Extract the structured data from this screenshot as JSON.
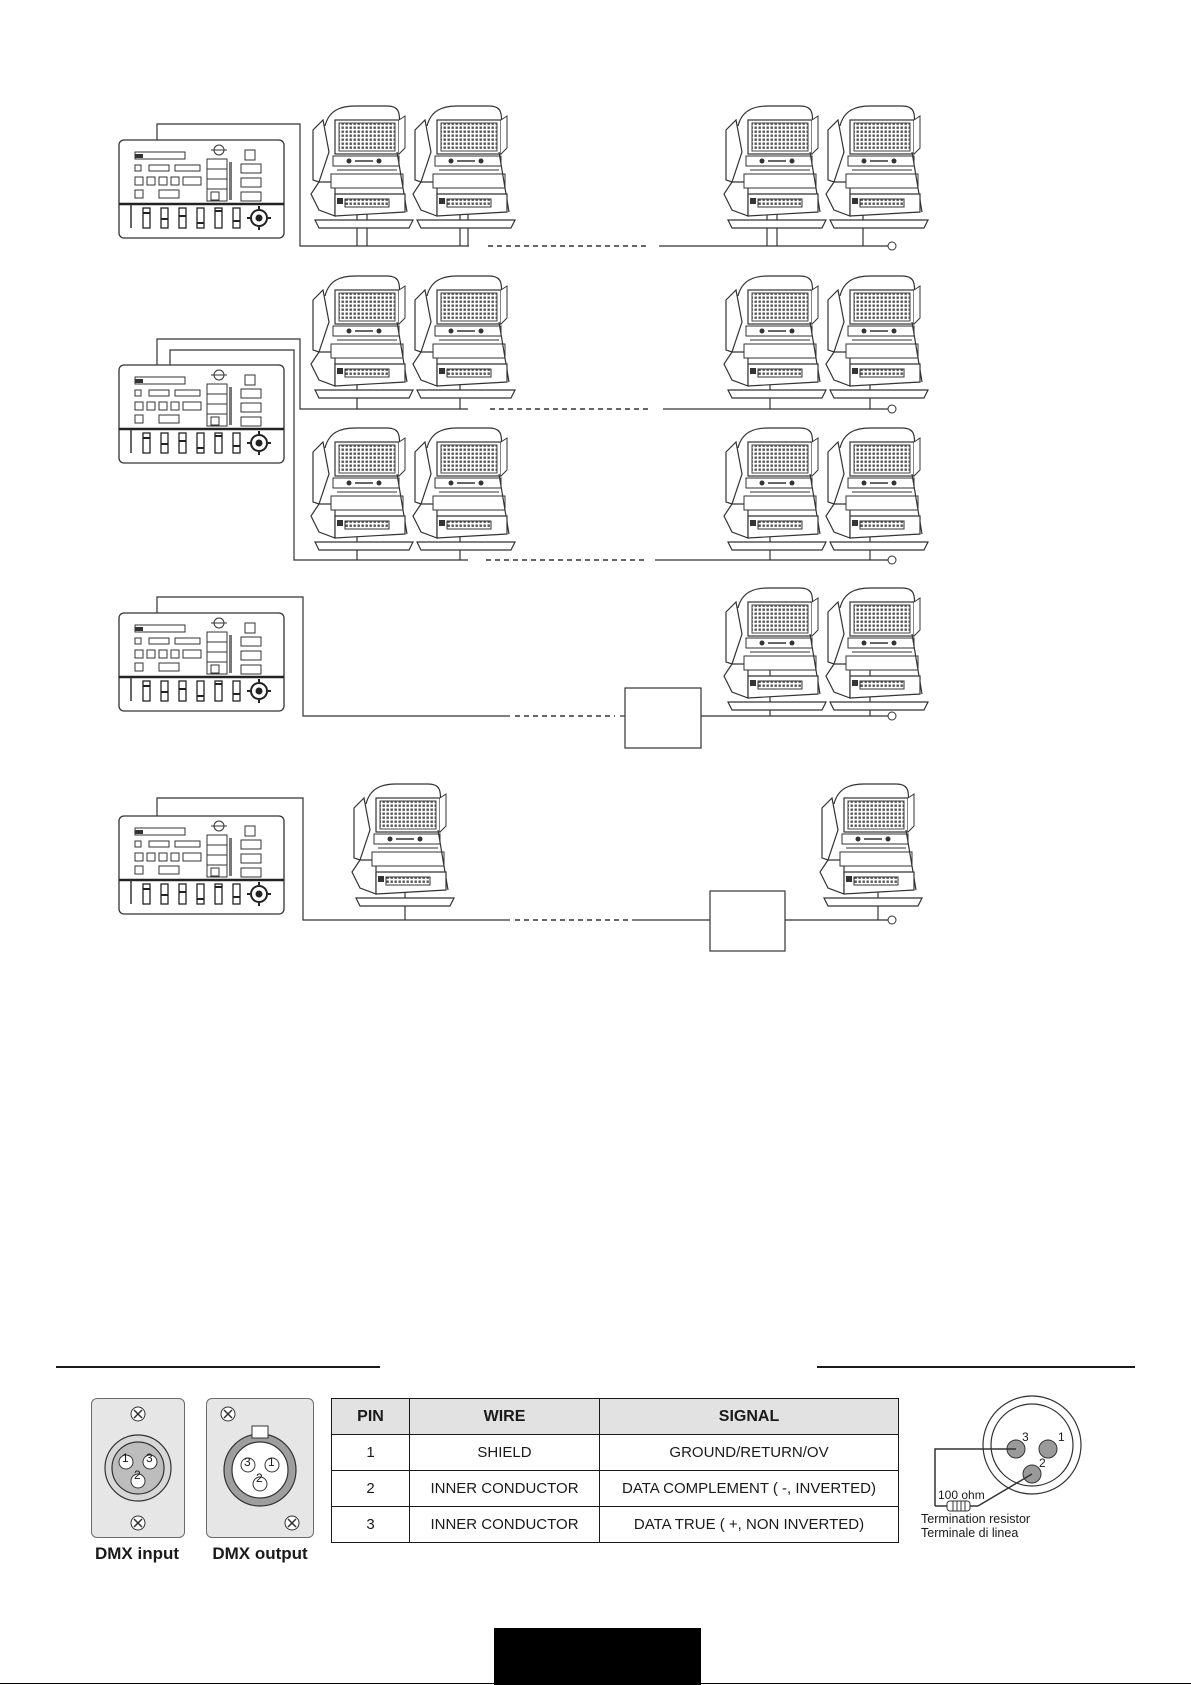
{
  "connector_panels": [
    {
      "label": "DMX input",
      "type": "male",
      "pins": [
        "1",
        "3",
        "2"
      ]
    },
    {
      "label": "DMX output",
      "type": "female",
      "pins": [
        "3",
        "1",
        "2"
      ]
    }
  ],
  "pin_table": {
    "headers": [
      "PIN",
      "WIRE",
      "SIGNAL"
    ],
    "rows": [
      [
        "1",
        "SHIELD",
        "GROUND/RETURN/OV"
      ],
      [
        "2",
        "INNER CONDUCTOR",
        "DATA COMPLEMENT ( -, INVERTED)"
      ],
      [
        "3",
        "INNER CONDUCTOR",
        "DATA TRUE ( +, NON INVERTED)"
      ]
    ]
  },
  "termination": {
    "pins": [
      "3",
      "1",
      "2"
    ],
    "resistor_value": "100 ohm",
    "caption_line1": "Termination resistor",
    "caption_line2": "Terminale di linea"
  }
}
